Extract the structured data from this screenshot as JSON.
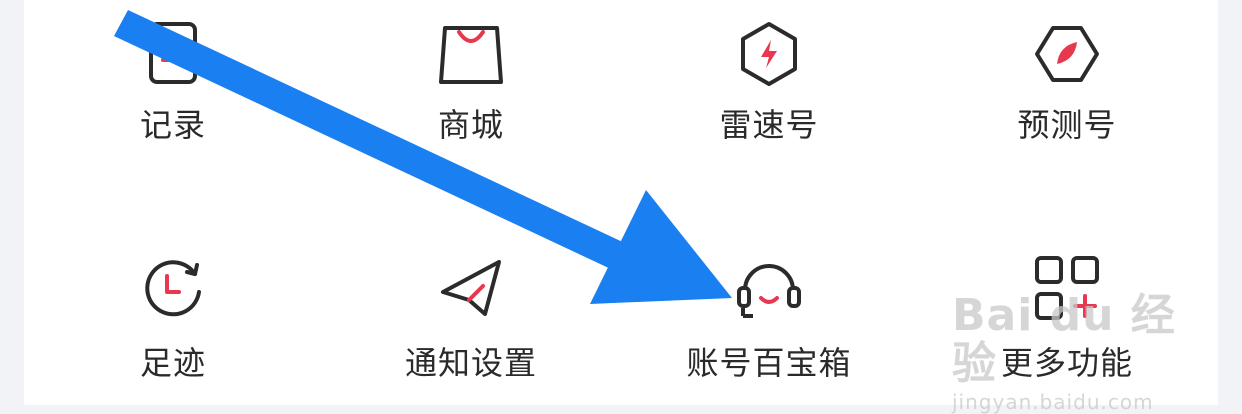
{
  "menu": {
    "items": [
      {
        "label": "记录",
        "icon": "record-icon"
      },
      {
        "label": "商城",
        "icon": "shopping-bag-icon"
      },
      {
        "label": "雷速号",
        "icon": "lightning-hexagon-icon"
      },
      {
        "label": "预测号",
        "icon": "leaf-hexagon-icon"
      },
      {
        "label": "足迹",
        "icon": "history-clock-icon"
      },
      {
        "label": "通知设置",
        "icon": "paper-plane-icon"
      },
      {
        "label": "账号百宝箱",
        "icon": "headset-icon"
      },
      {
        "label": "更多功能",
        "icon": "grid-plus-icon"
      }
    ]
  },
  "overlay": {
    "annotation": "arrow pointing to 账号百宝箱",
    "color": "#1a7ff0"
  },
  "watermark": {
    "brand": "Bai du 经验",
    "url": "jingyan.baidu.com"
  },
  "colors": {
    "icon_stroke": "#2b2b2b",
    "icon_accent": "#e8384f",
    "background": "#f2f3f6"
  }
}
